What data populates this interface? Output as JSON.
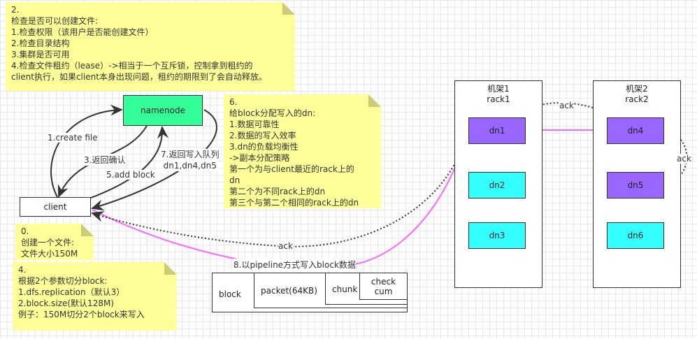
{
  "notes": {
    "n2": [
      "2.",
      "检查是否可以创建文件:",
      "1.检查权限（该用户是否能创建文件）",
      "2.检查目录结构",
      "3.集群是否可用",
      "4.检查文件租约（lease）->相当于一个互斥锁，控制拿到租约的",
      "client执行，如果client本身出现问题，租约的期限到了会自动释放。"
    ],
    "n6": [
      "6.",
      "给block分配写入的dn:",
      "1.数据可靠性",
      "2.数据的写入效率",
      "3.dn的负载均衡性",
      " ->副本分配策略",
      "第一个为与client最近的rack上的",
      "dn",
      "第二个为不同rack上的dn",
      "第三个与第二个相同的rack上的dn"
    ],
    "n0": [
      "0.",
      "创建一个文件:",
      "文件大小150M"
    ],
    "n4": [
      "4.",
      "根据2个参数切分block:",
      "1.dfs.replication（默认3）",
      "2.block.size(默认128M)",
      "例子：150M切分2个block来写入"
    ]
  },
  "nodes": {
    "namenode": "namenode",
    "client": "client",
    "dn1": "dn1",
    "dn2": "dn2",
    "dn3": "dn3",
    "dn4": "dn4",
    "dn5": "dn5",
    "dn6": "dn6"
  },
  "racks": {
    "rack1": [
      "机架1",
      "rack1"
    ],
    "rack2": [
      "机架2",
      "rack2"
    ]
  },
  "edges": {
    "create": "1.create file",
    "confirm": "3.返回确认",
    "add_block": "5.add block",
    "return_queue": [
      "7.返回写入队列",
      "dn1,dn4,dn5"
    ],
    "pipeline": "8.以pipeline方式写入block数据",
    "ack": "ack"
  },
  "packet": {
    "block": "block",
    "packet": "packet(64KB)",
    "chunk": "chunk",
    "checksum": [
      "check",
      "cum"
    ]
  },
  "colors": {
    "namenode": "#33ff99",
    "datanode_active": "#9966ff",
    "datanode": "#33ffff",
    "note": "#ffff99",
    "pipeline": "#ff66ff"
  }
}
